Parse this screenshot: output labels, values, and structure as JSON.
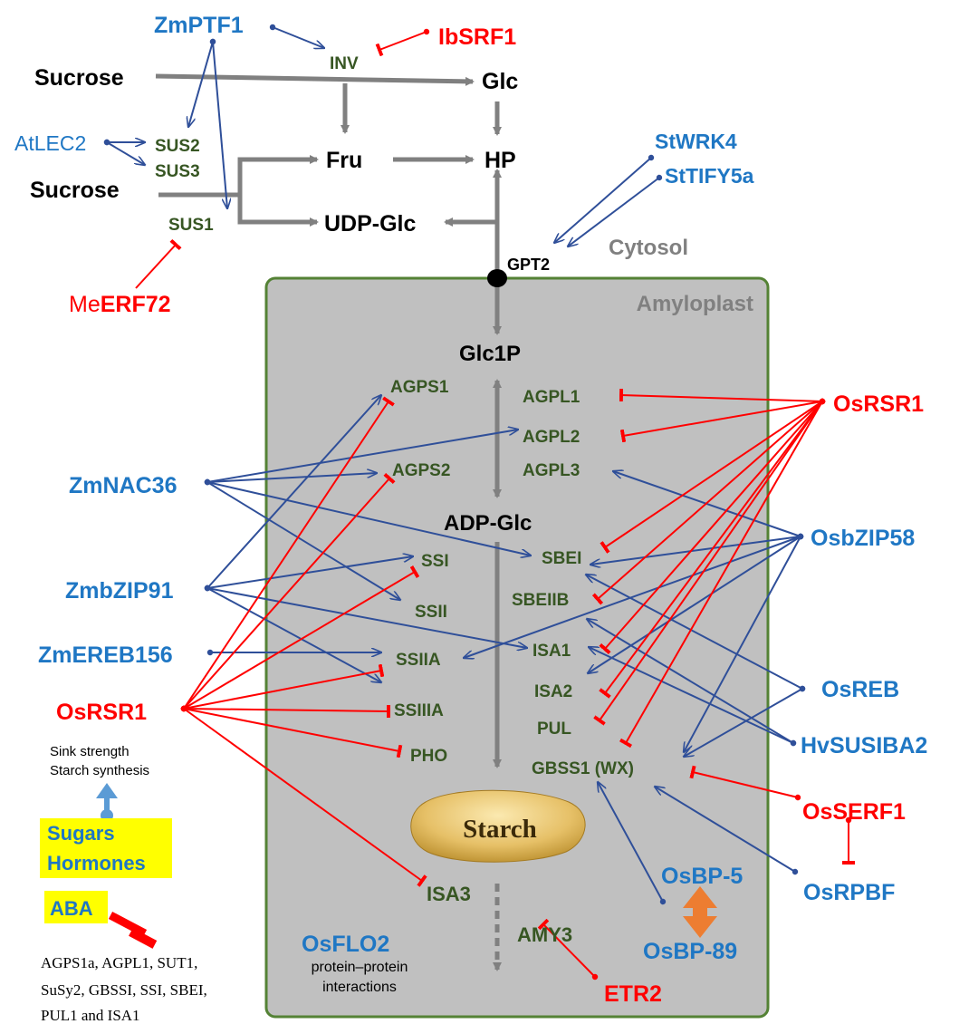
{
  "regions": {
    "cytosol": "Cytosol",
    "amyloplast": "Amyloplast"
  },
  "metabolites": {
    "sucrose_top": "Sucrose",
    "sucrose_mid": "Sucrose",
    "glc": "Glc",
    "fru": "Fru",
    "hp": "HP",
    "udp_glc": "UDP-Glc",
    "glc1p": "Glc1P",
    "adp_glc": "ADP-Glc",
    "starch": "Starch"
  },
  "enzymes": {
    "inv": "INV",
    "sus2": "SUS2",
    "sus3": "SUS3",
    "sus1": "SUS1",
    "gpt2": "GPT2",
    "agps1": "AGPS1",
    "agps2": "AGPS2",
    "agpl1": "AGPL1",
    "agpl2": "AGPL2",
    "agpl3": "AGPL3",
    "ssi": "SSI",
    "ssii": "SSII",
    "ssiia": "SSIIA",
    "ssiiia": "SSIIIA",
    "pho": "PHO",
    "sbei": "SBEI",
    "sbeiib": "SBEIIB",
    "isa1": "ISA1",
    "isa2": "ISA2",
    "pul": "PUL",
    "gbss1": "GBSS1 (WX)",
    "isa3": "ISA3",
    "amy3": "AMY3"
  },
  "regulators": {
    "zmptf1": "ZmPTF1",
    "ibsrf1": "IbSRF1",
    "atlec2": "AtLEC2",
    "meerf72_me": "Me",
    "meerf72_rest": "ERF72",
    "stwrk4": "StWRK4",
    "sttify5a": "StTIFY5a",
    "zmnac36": "ZmNAC36",
    "zmbzip91": "ZmbZIP91",
    "zmereb156": "ZmEREB156",
    "osrsr1_left": "OsRSR1",
    "osrsr1_right": "OsRSR1",
    "osbzip58": "OsbZIP58",
    "osreb": "OsREB",
    "hvsusiba2": "HvSUSIBA2",
    "osserf1": "OsSERF1",
    "osrpbf": "OsRPBF",
    "osbp5": "OsBP-5",
    "osbp89": "OsBP-89",
    "osflo2": "OsFLO2",
    "etr2": "ETR2"
  },
  "notes": {
    "sink_line1": "Sink strength",
    "sink_line2": "Starch synthesis",
    "sugars": "Sugars",
    "hormones": "Hormones",
    "aba": "ABA",
    "aba_targets_line1": "AGPS1a, AGPL1, SUT1,",
    "aba_targets_line2": "SuSy2, GBSSI, SSI, SBEI,",
    "aba_targets_line3": "PUL1 and ISA1",
    "flo2_line1": "protein–protein",
    "flo2_line2": "interactions"
  },
  "colors": {
    "activator": "#1f77c4",
    "repressor": "#ff0000",
    "enzyme": "#375623",
    "flux": "#808080",
    "blue_link": "#2f4f99",
    "amyloplast_fill": "#c0c0c0",
    "amyloplast_border": "#548235",
    "highlight": "#ffff00",
    "orange": "#ed7d31"
  }
}
